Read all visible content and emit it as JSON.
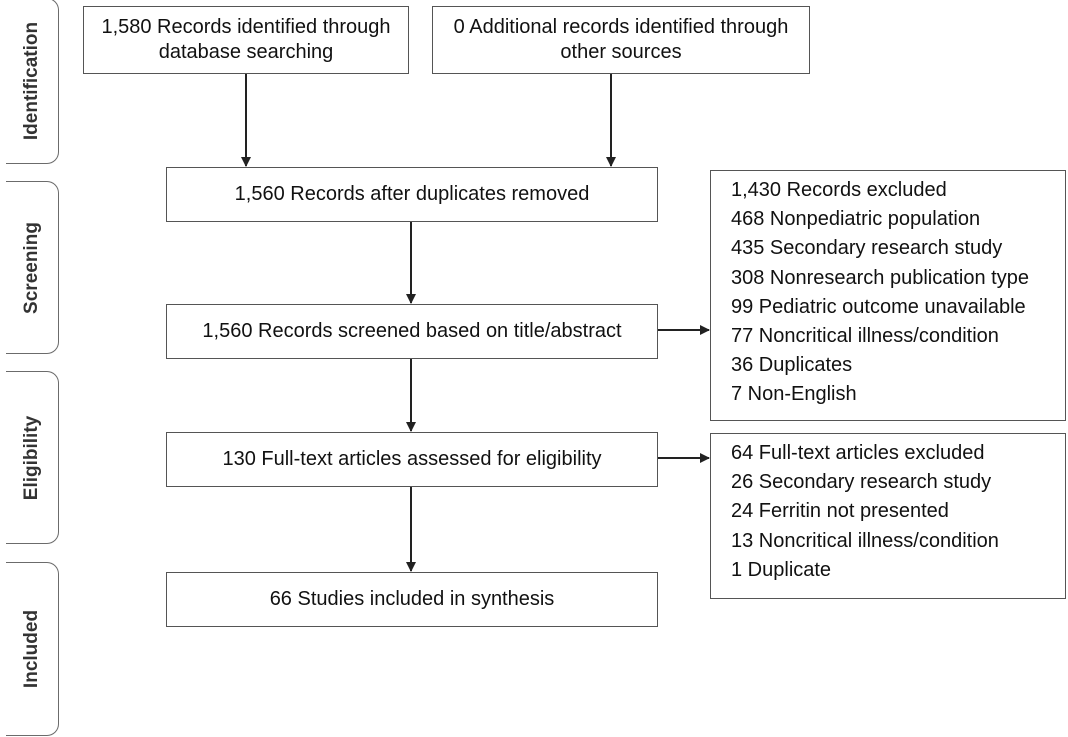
{
  "phases": {
    "identification": "Identification",
    "screening": "Screening",
    "eligibility": "Eligibility",
    "included": "Included"
  },
  "identification": {
    "database_line1": "1,580 Records identified through",
    "database_line2": "database searching",
    "other_line1": "0 Additional records identified through",
    "other_line2": "other sources"
  },
  "screening": {
    "after_duplicates": "1,560 Records after duplicates removed",
    "screened": "1,560 Records screened based on title/abstract"
  },
  "eligibility": {
    "assessed": "130 Full-text articles assessed for eligibility"
  },
  "included": {
    "synthesis": "66 Studies included in synthesis"
  },
  "excluded_records": [
    "1,430 Records excluded",
    "468 Nonpediatric population",
    "435 Secondary research study",
    "308 Nonresearch publication type",
    "99 Pediatric outcome unavailable",
    "77 Noncritical illness/condition",
    "36 Duplicates",
    "7 Non-English"
  ],
  "excluded_fulltext": [
    "64 Full-text articles excluded",
    "26 Secondary research study",
    "24 Ferritin not presented",
    "13 Noncritical illness/condition",
    "1 Duplicate"
  ]
}
